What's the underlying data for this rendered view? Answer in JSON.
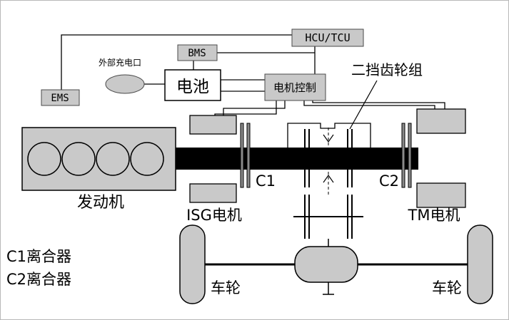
{
  "colors": {
    "box_fill": "#c9c9c9",
    "box_stroke": "#4a4a4a",
    "battery_fill": "#ffffff",
    "line": "#000000",
    "shaft": "#000000",
    "background": "#ffffff"
  },
  "control_units": {
    "hcu_tcu": "HCU/TCU",
    "bms": "BMS",
    "ems": "EMS",
    "motor_control": "电机控制",
    "battery": "电池",
    "charge_port": "外部充电口"
  },
  "drivetrain": {
    "engine": "发动机",
    "isg_motor": "ISG电机",
    "tm_motor": "TM电机",
    "gear_set": "二挡齿轮组",
    "clutch1": "C1",
    "clutch2": "C2",
    "wheel_left": "车轮",
    "wheel_right": "车轮"
  },
  "legend": {
    "c1": "C1离合器",
    "c2": "C2离合器"
  }
}
